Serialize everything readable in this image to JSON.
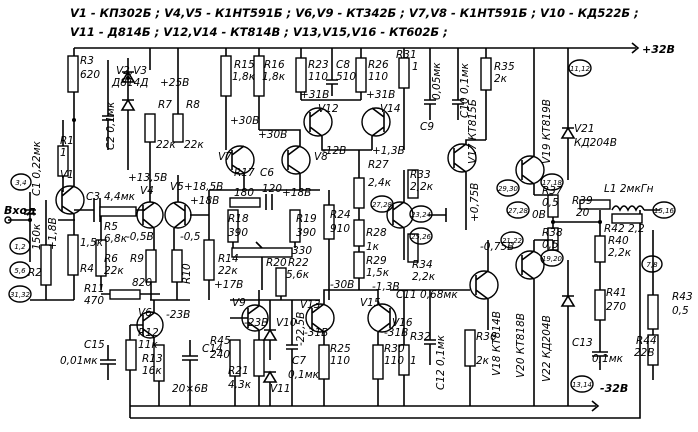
{
  "header": {
    "line1": "V1 - КП302Б ; V4,V5 - К1НТ591Б ; V6,V9 - КТ342Б ; V7,V8 - К1НТ591Б ; V10 - КД522Б ;",
    "line2": "V11 - Д814Б ; V12,V14 - КТ814В ; V13,V15,V16 - КТ602Б ;"
  },
  "rails": {
    "pos": "+32В",
    "neg": "-32В"
  },
  "input_label": "Вход",
  "labels": [
    {
      "id": "r1",
      "text": "R1"
    },
    {
      "id": "r1v",
      "text": "1"
    },
    {
      "id": "c1",
      "text": "C1 0,22мк"
    },
    {
      "id": "v1",
      "text": "V1"
    },
    {
      "id": "v1b",
      "text": "+1,8В"
    },
    {
      "id": "r2",
      "text": "R2"
    },
    {
      "id": "r2v",
      "text": "150к"
    },
    {
      "id": "r3",
      "text": "R3"
    },
    {
      "id": "r3v",
      "text": "620"
    },
    {
      "id": "r4",
      "text": "R4"
    },
    {
      "id": "r4v",
      "text": "1,5к"
    },
    {
      "id": "c3",
      "text": "C3"
    },
    {
      "id": "c3v",
      "text": "4,4мк"
    },
    {
      "id": "r5",
      "text": "R5"
    },
    {
      "id": "r5v",
      "text": "6,8к"
    },
    {
      "id": "r6",
      "text": "R6"
    },
    {
      "id": "r6v",
      "text": "22к"
    },
    {
      "id": "r11",
      "text": "R11"
    },
    {
      "id": "r11v",
      "text": "470"
    },
    {
      "id": "v23",
      "text": "V2,V3"
    },
    {
      "id": "v23t",
      "text": "Д814Д"
    },
    {
      "id": "v25",
      "text": "+25В"
    },
    {
      "id": "c2",
      "text": "C2 0,1мк"
    },
    {
      "id": "r7",
      "text": "R7"
    },
    {
      "id": "r7v",
      "text": "22к"
    },
    {
      "id": "r8",
      "text": "R8"
    },
    {
      "id": "r8v",
      "text": "22к"
    },
    {
      "id": "v4",
      "text": "V4"
    },
    {
      "id": "v5",
      "text": "V5"
    },
    {
      "id": "v135",
      "text": "+13,5В"
    },
    {
      "id": "v1855",
      "text": "+18,5В"
    },
    {
      "id": "v18a",
      "text": "+18В"
    },
    {
      "id": "v05",
      "text": "-0,5В"
    },
    {
      "id": "v05b",
      "text": "-0,5"
    },
    {
      "id": "r9",
      "text": "R9"
    },
    {
      "id": "r9v",
      "text": "820"
    },
    {
      "id": "r10",
      "text": "R10"
    },
    {
      "id": "r15",
      "text": "R15"
    },
    {
      "id": "r15v",
      "text": "1,8к"
    },
    {
      "id": "r16",
      "text": "R16"
    },
    {
      "id": "r16v",
      "text": "1,8к"
    },
    {
      "id": "v30a",
      "text": "+30В"
    },
    {
      "id": "v30b",
      "text": "+30В"
    },
    {
      "id": "v7",
      "text": "V7"
    },
    {
      "id": "v8",
      "text": "V8"
    },
    {
      "id": "r17",
      "text": "R17"
    },
    {
      "id": "c6",
      "text": "C6"
    },
    {
      "id": "r180",
      "text": "180"
    },
    {
      "id": "c120",
      "text": "120"
    },
    {
      "id": "v18b",
      "text": "+18В"
    },
    {
      "id": "r18",
      "text": "R18"
    },
    {
      "id": "r18v",
      "text": "390"
    },
    {
      "id": "r19",
      "text": "R19"
    },
    {
      "id": "r19v",
      "text": "390"
    },
    {
      "id": "r20",
      "text": "R20"
    },
    {
      "id": "r20v",
      "text": "330"
    },
    {
      "id": "r22",
      "text": "R22"
    },
    {
      "id": "r22v",
      "text": "5,6к"
    },
    {
      "id": "r14",
      "text": "R14"
    },
    {
      "id": "r14v",
      "text": "22к"
    },
    {
      "id": "v17",
      "text": "+17В"
    },
    {
      "id": "r23",
      "text": "R23"
    },
    {
      "id": "r23v",
      "text": "110"
    },
    {
      "id": "v31a",
      "text": "+31В"
    },
    {
      "id": "c8",
      "text": "C8"
    },
    {
      "id": "c8v",
      "text": "510"
    },
    {
      "id": "r26",
      "text": "R26"
    },
    {
      "id": "r26v",
      "text": "110"
    },
    {
      "id": "v31b",
      "text": "+31В"
    },
    {
      "id": "r31",
      "text": "R31"
    },
    {
      "id": "r31v",
      "text": "1"
    },
    {
      "id": "c9",
      "text": "C9"
    },
    {
      "id": "c9v",
      "text": "0,05мк"
    },
    {
      "id": "c10",
      "text": "C10 0,1мк"
    },
    {
      "id": "v12",
      "text": "V12"
    },
    {
      "id": "v14",
      "text": "V14"
    },
    {
      "id": "m12",
      "text": "-12В"
    },
    {
      "id": "p13",
      "text": "+1,3В"
    },
    {
      "id": "r27",
      "text": "R27"
    },
    {
      "id": "r27v",
      "text": "2,4к"
    },
    {
      "id": "r24",
      "text": "R24"
    },
    {
      "id": "r24v",
      "text": "910"
    },
    {
      "id": "r28",
      "text": "R28"
    },
    {
      "id": "r28v",
      "text": "1к"
    },
    {
      "id": "r29",
      "text": "R29"
    },
    {
      "id": "r29v",
      "text": "1,5к"
    },
    {
      "id": "r33",
      "text": "R33"
    },
    {
      "id": "r33v",
      "text": "2,2к"
    },
    {
      "id": "r34",
      "text": "R34"
    },
    {
      "id": "r34v",
      "text": "2,2к"
    },
    {
      "id": "m13",
      "text": "-1,3В"
    },
    {
      "id": "c11",
      "text": "C11 0,68мк"
    },
    {
      "id": "v13",
      "text": "V13"
    },
    {
      "id": "v15",
      "text": "V15"
    },
    {
      "id": "v16",
      "text": "V16"
    },
    {
      "id": "m30",
      "text": "-30В"
    },
    {
      "id": "m225",
      "text": "-22,5В"
    },
    {
      "id": "m31a",
      "text": "-31В"
    },
    {
      "id": "m31b",
      "text": "-31В"
    },
    {
      "id": "r25",
      "text": "R25"
    },
    {
      "id": "r25v",
      "text": "110"
    },
    {
      "id": "r30",
      "text": "R30"
    },
    {
      "id": "r30v",
      "text": "110"
    },
    {
      "id": "r32",
      "text": "R32"
    },
    {
      "id": "r32v",
      "text": "1"
    },
    {
      "id": "c12",
      "text": "C12 0,1мк"
    },
    {
      "id": "r35",
      "text": "R35"
    },
    {
      "id": "r35v",
      "text": "2к"
    },
    {
      "id": "r36",
      "text": "R36"
    },
    {
      "id": "r36v",
      "text": "2к"
    },
    {
      "id": "v17t",
      "text": "V17 КТ815Б"
    },
    {
      "id": "v18t",
      "text": "V18 КТ814В"
    },
    {
      "id": "v19t",
      "text": "V19 КТ819В"
    },
    {
      "id": "v20t",
      "text": "V20 КТ818В"
    },
    {
      "id": "v21",
      "text": "V21"
    },
    {
      "id": "v21t",
      "text": "КД204В"
    },
    {
      "id": "v22t",
      "text": "V22 КД204В"
    },
    {
      "id": "p075",
      "text": "+0,75В"
    },
    {
      "id": "m075",
      "text": "-0,75В"
    },
    {
      "id": "r37",
      "text": "R37"
    },
    {
      "id": "r37v",
      "text": "0,5"
    },
    {
      "id": "o8",
      "text": "0В"
    },
    {
      "id": "r38",
      "text": "R38"
    },
    {
      "id": "r38v",
      "text": "0,5"
    },
    {
      "id": "r39",
      "text": "R39"
    },
    {
      "id": "r39v",
      "text": "20"
    },
    {
      "id": "l1",
      "text": "L1 2мкГн"
    },
    {
      "id": "r42",
      "text": "R42 2,2"
    },
    {
      "id": "r40",
      "text": "R40"
    },
    {
      "id": "r40v",
      "text": "2,2к"
    },
    {
      "id": "r41",
      "text": "R41"
    },
    {
      "id": "r41v",
      "text": "270"
    },
    {
      "id": "c13",
      "text": "C13"
    },
    {
      "id": "c13v",
      "text": "0,1мк"
    },
    {
      "id": "r43",
      "text": "R43"
    },
    {
      "id": "r43v",
      "text": "0,5"
    },
    {
      "id": "r44",
      "text": "R44"
    },
    {
      "id": "r44v",
      "text": "22В"
    },
    {
      "id": "v6",
      "text": "V6"
    },
    {
      "id": "m23a",
      "text": "-23В"
    },
    {
      "id": "r12",
      "text": "R12"
    },
    {
      "id": "r12v",
      "text": "11к"
    },
    {
      "id": "r13",
      "text": "R13"
    },
    {
      "id": "r13v",
      "text": "16к"
    },
    {
      "id": "c15",
      "text": "C15"
    },
    {
      "id": "c15v",
      "text": "0,01мк"
    },
    {
      "id": "c14",
      "text": "C14"
    },
    {
      "id": "c14v",
      "text": "20×6В"
    },
    {
      "id": "v9",
      "text": "V9"
    },
    {
      "id": "m23b",
      "text": "-23В"
    },
    {
      "id": "r45",
      "text": "R45"
    },
    {
      "id": "r45v",
      "text": "240"
    },
    {
      "id": "r21",
      "text": "R21"
    },
    {
      "id": "r21v",
      "text": "4,3к"
    },
    {
      "id": "v10",
      "text": "V10"
    },
    {
      "id": "v11",
      "text": "V11"
    },
    {
      "id": "c7",
      "text": "C7"
    },
    {
      "id": "c7v",
      "text": "0,1мк"
    }
  ],
  "pins": [
    {
      "id": "p34",
      "text": "3,4"
    },
    {
      "id": "p12",
      "text": "1,2"
    },
    {
      "id": "p56",
      "text": "5,6"
    },
    {
      "id": "p3132",
      "text": "31,32"
    },
    {
      "id": "p1112",
      "text": "11,12"
    },
    {
      "id": "p2930",
      "text": "29,30"
    },
    {
      "id": "p1718",
      "text": "17,18"
    },
    {
      "id": "p2728a",
      "text": "27,28"
    },
    {
      "id": "p2324",
      "text": "23,24"
    },
    {
      "id": "p2526",
      "text": "25,26"
    },
    {
      "id": "p2122",
      "text": "21,22"
    },
    {
      "id": "p1920",
      "text": "19,20"
    },
    {
      "id": "p2728b",
      "text": "27,28"
    },
    {
      "id": "p1516",
      "text": "15,16"
    },
    {
      "id": "p78",
      "text": "7,8"
    },
    {
      "id": "p1314",
      "text": "13,14"
    }
  ]
}
